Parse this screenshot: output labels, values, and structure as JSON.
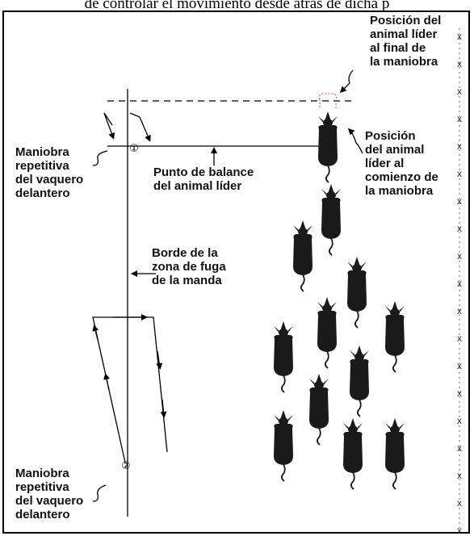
{
  "header": {
    "text": "de controlar el movimiento desde atrás de dicha p"
  },
  "labels": {
    "leader_final": "Posición del\nanimal líder\nal final de\nla maniobra",
    "maneuver_top": "Maniobra\nrepetitiva\ndel vaquero\ndelantero",
    "balance_point": "Punto de balance\ndel animal líder",
    "leader_start": "Posición\ndel animal\nlíder al\ncomienzo de\nla maniobra",
    "flight_zone": "Borde de la\nzona de fuga\nde la manda",
    "maneuver_bottom": "Maniobra\nrepetitiva\ndel vaquero\ndelantero"
  },
  "markers": {
    "point_1": "①",
    "point_2": "②",
    "fence_mark": "x"
  },
  "colors": {
    "ink": "#000000",
    "animal": "#1a1a1a",
    "ghost": "#d04040",
    "fence": "#555555"
  }
}
